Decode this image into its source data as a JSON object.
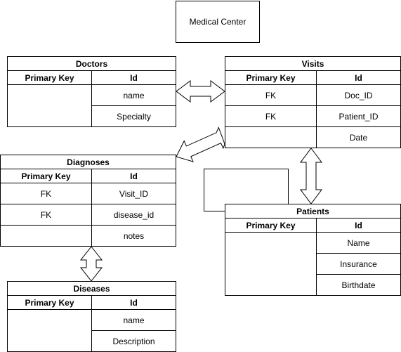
{
  "title_box": {
    "label": "Medical Center"
  },
  "tables": {
    "doctors": {
      "title": "Doctors",
      "header": [
        "Primary Key",
        "Id"
      ],
      "fields": [
        "name",
        "Specialty"
      ]
    },
    "visits": {
      "title": "Visits",
      "header": [
        "Primary Key",
        "Id"
      ],
      "rows": [
        {
          "key": "FK",
          "field": "Doc_ID"
        },
        {
          "key": "FK",
          "field": "Patient_ID"
        },
        {
          "key": "",
          "field": "Date"
        }
      ]
    },
    "diagnoses": {
      "title": "Diagnoses",
      "header": [
        "Primary Key",
        "Id"
      ],
      "rows": [
        {
          "key": "FK",
          "field": "Visit_ID"
        },
        {
          "key": "FK",
          "field": "disease_id"
        },
        {
          "key": "",
          "field": "notes"
        }
      ]
    },
    "patients": {
      "title": "Patients",
      "header": [
        "Primary Key",
        "Id"
      ],
      "fields": [
        "Name",
        "Insurance",
        "Birthdate"
      ]
    },
    "diseases": {
      "title": "Diseases",
      "header": [
        "Primary Key",
        "Id"
      ],
      "fields": [
        "name",
        "Description"
      ]
    }
  }
}
